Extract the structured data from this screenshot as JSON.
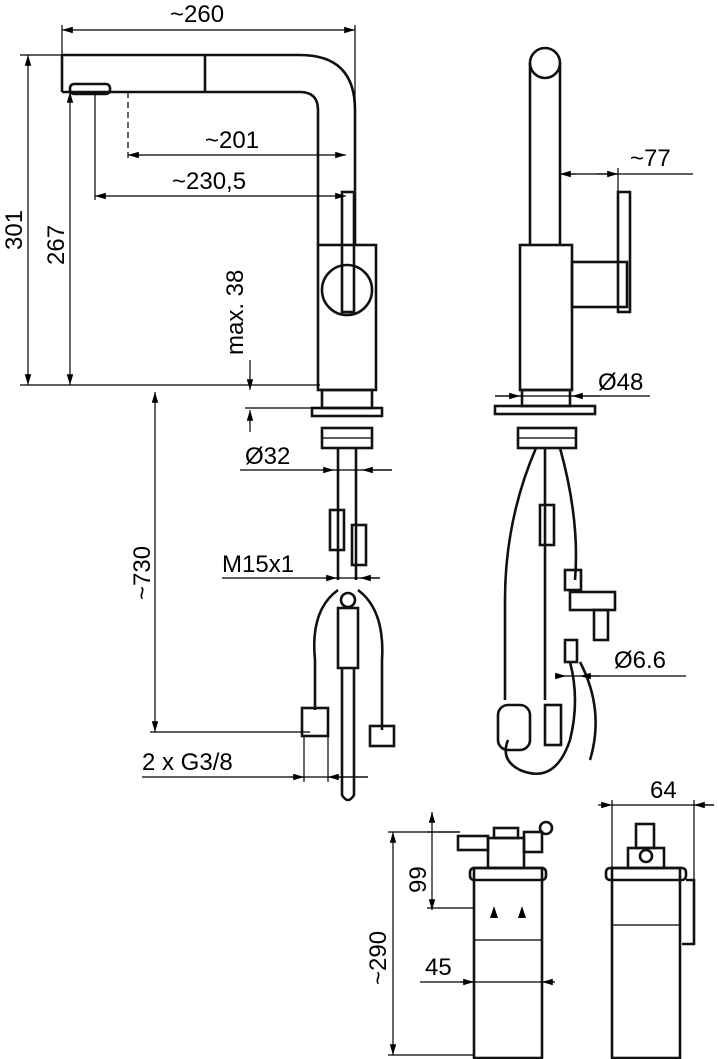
{
  "dimensions": {
    "reach_total": "~260",
    "spout_reach": "~201",
    "aerator_reach": "~230,5",
    "total_height": "301",
    "spout_height": "267",
    "max_deck": "max. 38",
    "hole_diameter": "Ø32",
    "hose_length": "~730",
    "thread": "M15x1",
    "connections": "2 x G3/8",
    "lever_offset": "~77",
    "base_diameter": "Ø48",
    "small_pipe": "Ø6.6",
    "filter_width": "64",
    "filter_height": "~290",
    "filter_head": "99",
    "filter_offset": "45"
  },
  "colors": {
    "line": "#000000",
    "background": "#ffffff"
  }
}
